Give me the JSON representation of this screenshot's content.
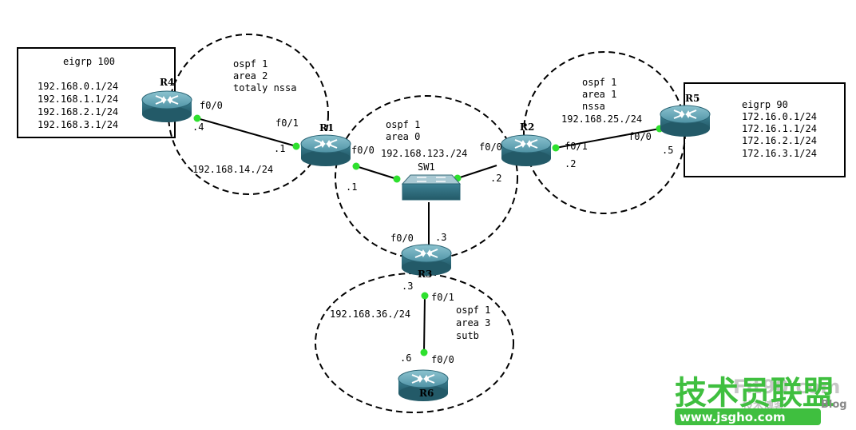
{
  "routers": {
    "r1": "R1",
    "r2": "R2",
    "r3": "R3",
    "r4": "R4",
    "r5": "R5",
    "r6": "R6",
    "sw1": "SW1"
  },
  "interfaces": {
    "r4_f0_0": "f0/0",
    "r1_f0_1": "f0/1",
    "r1_f0_0": "f0/0",
    "r2_f0_0": "f0/0",
    "r2_f0_1": "f0/1",
    "r5_f0_0": "f0/0",
    "r3_f0_0": "f0/0",
    "r3_f0_1": "f0/1",
    "r6_f0_0": "f0/0"
  },
  "host_ids": {
    "r4": ".4",
    "r1_left": ".1",
    "r1_sw": ".1",
    "r2_sw": ".2",
    "r2_right": ".2",
    "r5": ".5",
    "r3_top": ".3",
    "r3_bottom": ".3",
    "r6": ".6"
  },
  "areas": {
    "area2": {
      "line1": "ospf 1",
      "line2": "area 2",
      "line3": "totaly nssa",
      "subnet": "192.168.14./24"
    },
    "area0": {
      "line1": "ospf 1",
      "line2": "area 0",
      "subnet": "192.168.123./24"
    },
    "area1": {
      "line1": "ospf 1",
      "line2": "area 1",
      "line3": "nssa",
      "subnet": "192.168.25./24"
    },
    "area3": {
      "line1": "ospf 1",
      "line2": "area 3",
      "line3": "sutb",
      "subnet": "192.168.36./24"
    }
  },
  "eigrp_left": {
    "title": "eigrp 100",
    "networks": [
      "192.168.0.1/24",
      "192.168.1.1/24",
      "192.168.2.1/24",
      "192.168.3.1/24"
    ]
  },
  "eigrp_right": {
    "title": "eigrp 90",
    "networks": [
      "172.16.0.1/24",
      "172.16.1.1/24",
      "172.16.2.1/24",
      "172.16.3.1/24"
    ]
  },
  "watermark": {
    "brand": "技术员联盟",
    "url": "www.jsgho.com",
    "faint": "Fit90.com",
    "faint_cn": "技术博客",
    "blog": "Blog"
  },
  "colors": {
    "link_dot": "#2ee02e",
    "router_top": "#6aa7b6",
    "router_body": "#2f6f80",
    "brand_green": "#3fbf3f"
  }
}
